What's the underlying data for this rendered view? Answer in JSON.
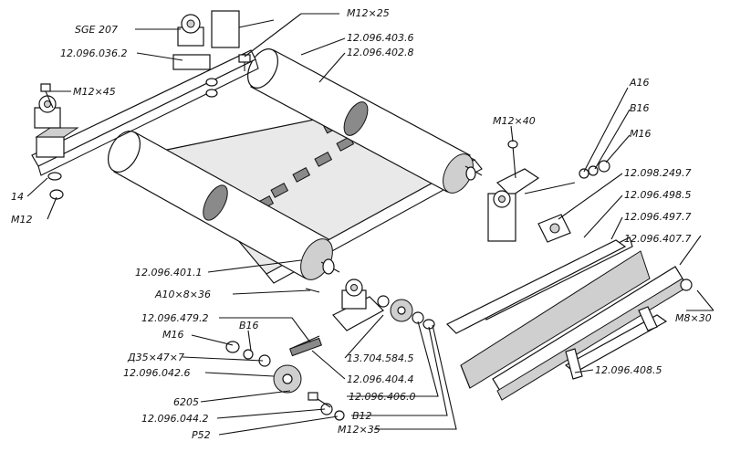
{
  "diagram": {
    "labels": {
      "sge207": "SGE 207",
      "p0362": "12.096.036.2",
      "m12x45": "M12×45",
      "n14": "14",
      "m12": "M12",
      "m12x25": "M12×25",
      "p4036": "12.096.403.6",
      "p4028": "12.096.402.8",
      "a16": "A16",
      "b16_top": "B16",
      "m16_top": "M16",
      "m12x40": "M12×40",
      "p2497": "12.098.249.7",
      "p4985": "12.096.498.5",
      "p4977": "12.096.497.7",
      "p4077": "12.096.407.7",
      "p4011": "12.096.401.1",
      "a10": "A10×8×36",
      "m8x30": "M8×30",
      "p4792": "12.096.479.2",
      "m16_low": "M16",
      "b16_low": "B16",
      "d35": "Д35×47×7",
      "p0426": "12.096.042.6",
      "p5845": "13.704.584.5",
      "p4044": "12.096.404.4",
      "p4085": "12.096.408.5",
      "n6205": "6205",
      "p4060": "12.096.406.0",
      "p0442": "12.096.044.2",
      "b12": "B12",
      "p52": "P52",
      "m12x35": "M12×35"
    }
  }
}
